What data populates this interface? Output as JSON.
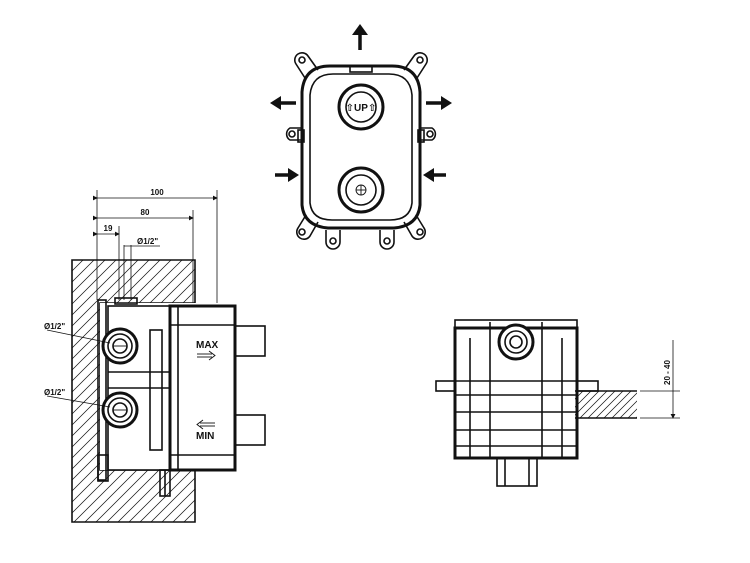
{
  "front_view": {
    "button_top_label": "⇧UP⇧"
  },
  "side_view": {
    "dim_overall": "100",
    "dim_body": "80",
    "dim_offset": "19",
    "dim_thread_top": "Ø1/2\"",
    "port_upper_label": "Ø1/2\"",
    "port_lower_label": "Ø1/2\"",
    "max_label": "MAX",
    "min_label": "MIN"
  },
  "end_view": {
    "depth_range": "20 - 40"
  },
  "colors": {
    "line": "#111111",
    "background": "#ffffff"
  },
  "icons": [
    "arrow-up-icon",
    "arrow-left-icon",
    "arrow-right-icon"
  ]
}
